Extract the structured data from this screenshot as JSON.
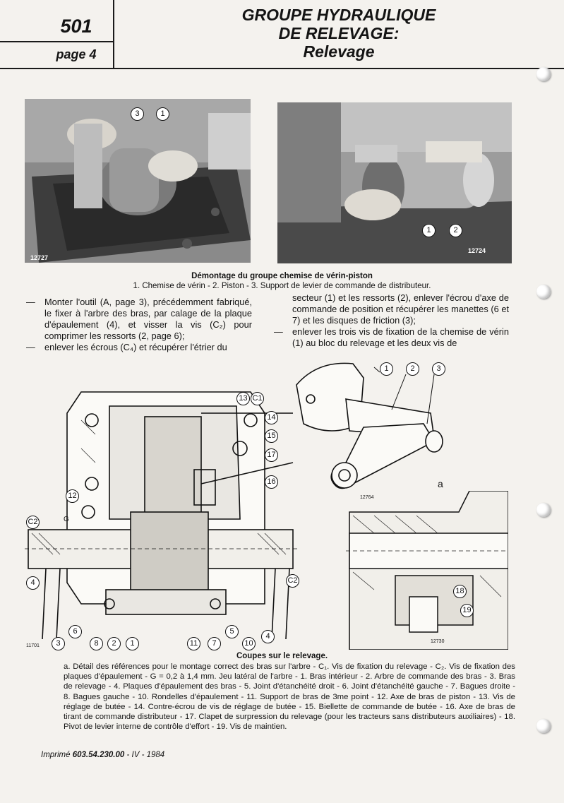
{
  "header": {
    "model": "501",
    "page": "page 4",
    "title_lines": [
      "GROUPE HYDRAULIQUE",
      "DE RELEVAGE:",
      "Relevage"
    ]
  },
  "photos": [
    {
      "ref": "12727",
      "callouts": [
        "3",
        "1"
      ]
    },
    {
      "ref": "12724",
      "callouts": [
        "1",
        "2"
      ]
    }
  ],
  "photo_caption": {
    "title": "Démontage du groupe chemise de vérin-piston",
    "text": "1. Chemise de vérin - 2. Piston - 3. Support de levier de commande de distributeur."
  },
  "body": {
    "left_column": [
      {
        "dash": "—",
        "text": "Monter l'outil (A, page 3), précédemment fabriqué, le fixer à l'arbre des bras, par calage de la plaque d'épaulement (4), et visser la vis (C₂) pour comprimer les ressorts (2, page 6);"
      },
      {
        "dash": "—",
        "text": "enlever les écrous (C₄) et récupérer l'étrier du"
      }
    ],
    "right_column": [
      {
        "dash": "",
        "text": "secteur (1) et les ressorts (2), enlever l'écrou d'axe de commande de position et récupérer les manettes (6 et 7) et les disques de friction (3);"
      },
      {
        "dash": "—",
        "text": "enlever les trois vis de fixation de la chemise de vérin (1) au bloc du relevage et les deux vis de"
      }
    ]
  },
  "diagram_main": {
    "ref": "11701",
    "callouts_top": [
      "13",
      "C1",
      "14",
      "15",
      "17",
      "16"
    ],
    "callouts_left": [
      "12",
      "C2",
      "G",
      "4"
    ],
    "callouts_bottom": [
      "3",
      "6",
      "8",
      "2",
      "1",
      "11",
      "7",
      "5",
      "10",
      "4"
    ],
    "callouts_right": [
      "C2"
    ]
  },
  "diagram_detail": {
    "ref": "12764",
    "letter": "a",
    "callouts": [
      "1",
      "2",
      "3"
    ]
  },
  "diagram_section": {
    "ref": "12730",
    "callouts": [
      "18",
      "19"
    ]
  },
  "figure_caption": {
    "title": "Coupes sur le relevage.",
    "legend": "a. Détail des références pour le montage correct des bras sur l'arbre - C₁. Vis de fixation du relevage - C₂. Vis de fixation des plaques d'épaulement - G = 0,2 à 1,4 mm. Jeu latéral de l'arbre - 1. Bras intérieur - 2. Arbre de commande des bras - 3. Bras de relevage - 4. Plaques d'épaulement des bras - 5. Joint d'étanchéité droit - 6. Joint d'étanchéité gauche - 7. Bagues droite - 8. Bagues gauche - 10. Rondelles d'épaulement - 11. Support de bras de 3me point - 12. Axe de bras de piston - 13. Vis de réglage de butée - 14. Contre-écrou de vis de réglage de butée - 15. Biellette de commande de butée - 16. Axe de bras de tirant de commande distributeur - 17. Clapet de surpression du relevage (pour les tracteurs sans distributeurs auxiliaires) - 18. Pivot de levier interne de contrôle d'effort - 19. Vis de maintien."
  },
  "footer": {
    "prefix": "Imprimé",
    "code": "603.54.230.00",
    "suffix": "- IV - 1984"
  }
}
